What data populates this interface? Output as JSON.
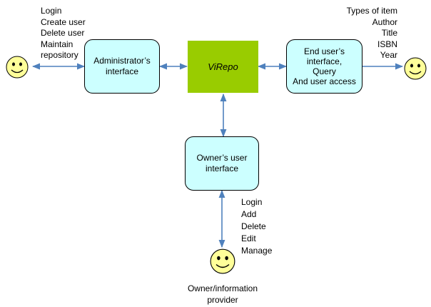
{
  "nodes": {
    "admin": [
      "Administrator’s",
      "interface"
    ],
    "virepo": "ViRepo",
    "enduser": [
      "End user’s",
      "interface,",
      "Query",
      "And user access"
    ],
    "owner": [
      "Owner’s user",
      "interface"
    ]
  },
  "admin_actions": [
    "Login",
    "Create user",
    "Delete user",
    "Maintain",
    "repository"
  ],
  "enduser_query_fields": [
    "Types of item",
    "Author",
    "Title",
    "ISBN",
    "Year"
  ],
  "owner_actions": [
    "Login",
    "Add",
    "Delete",
    "Edit",
    "Manage"
  ],
  "owner_actor": [
    "Owner/information",
    "provider"
  ],
  "colors": {
    "box_fill": "#ccffff",
    "core_fill": "#99cc00",
    "arrow": "#4f81bd",
    "face_fill": "#ffff99"
  }
}
